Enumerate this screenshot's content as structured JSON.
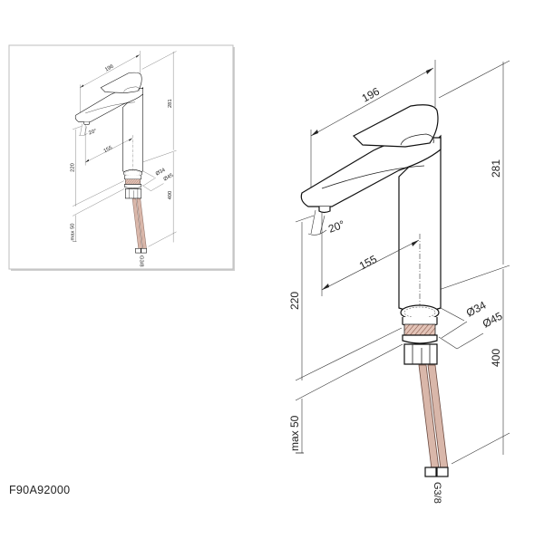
{
  "product_code": "F90A92000",
  "dimensions": {
    "spout_length": "196",
    "total_height": "281",
    "spout_angle": "20°",
    "spout_reach": "155",
    "spout_height": "220",
    "max_counter_thickness": "max 50",
    "base_inner_diameter": "Ø34",
    "base_outer_diameter": "Ø45",
    "hose_length": "400",
    "hose_thread": "G3/8"
  },
  "colors": {
    "line": "#222222",
    "hose": "#d9b7aa",
    "frame": "#bdbdbd"
  }
}
